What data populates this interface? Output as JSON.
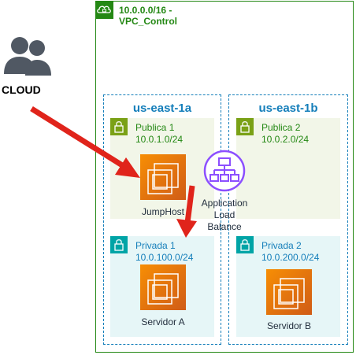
{
  "actor": {
    "label": "CLOUD",
    "icon": "users-icon"
  },
  "vpc": {
    "title_line1": "10.0.0.0/16 -",
    "title_line2": "VPC_Control",
    "icon": "cloud-lock-icon",
    "color": "#248814"
  },
  "az_a": {
    "title": "us-east-1a"
  },
  "az_b": {
    "title": "us-east-1b"
  },
  "public1": {
    "name": "Publica 1",
    "cidr": "10.0.1.0/24"
  },
  "public2": {
    "name": "Publica 2",
    "cidr": "10.0.2.0/24"
  },
  "private1": {
    "name": "Privada 1",
    "cidr": "10.0.100.0/24"
  },
  "private2": {
    "name": "Privada 2",
    "cidr": "10.0.200.0/24"
  },
  "jumphost": {
    "label": "JumpHost"
  },
  "servidor_a": {
    "label": "Servidor A"
  },
  "servidor_b": {
    "label": "Servidor B"
  },
  "alb": {
    "line1": "Application",
    "line2": "Load",
    "line3": "Balance"
  },
  "colors": {
    "az": "#147eba",
    "public_bg": "#f2f6e8",
    "private_bg": "#e6f6f7",
    "ec2": "#ed7100",
    "alb": "#8c4fff",
    "arrow": "#e0241b"
  }
}
